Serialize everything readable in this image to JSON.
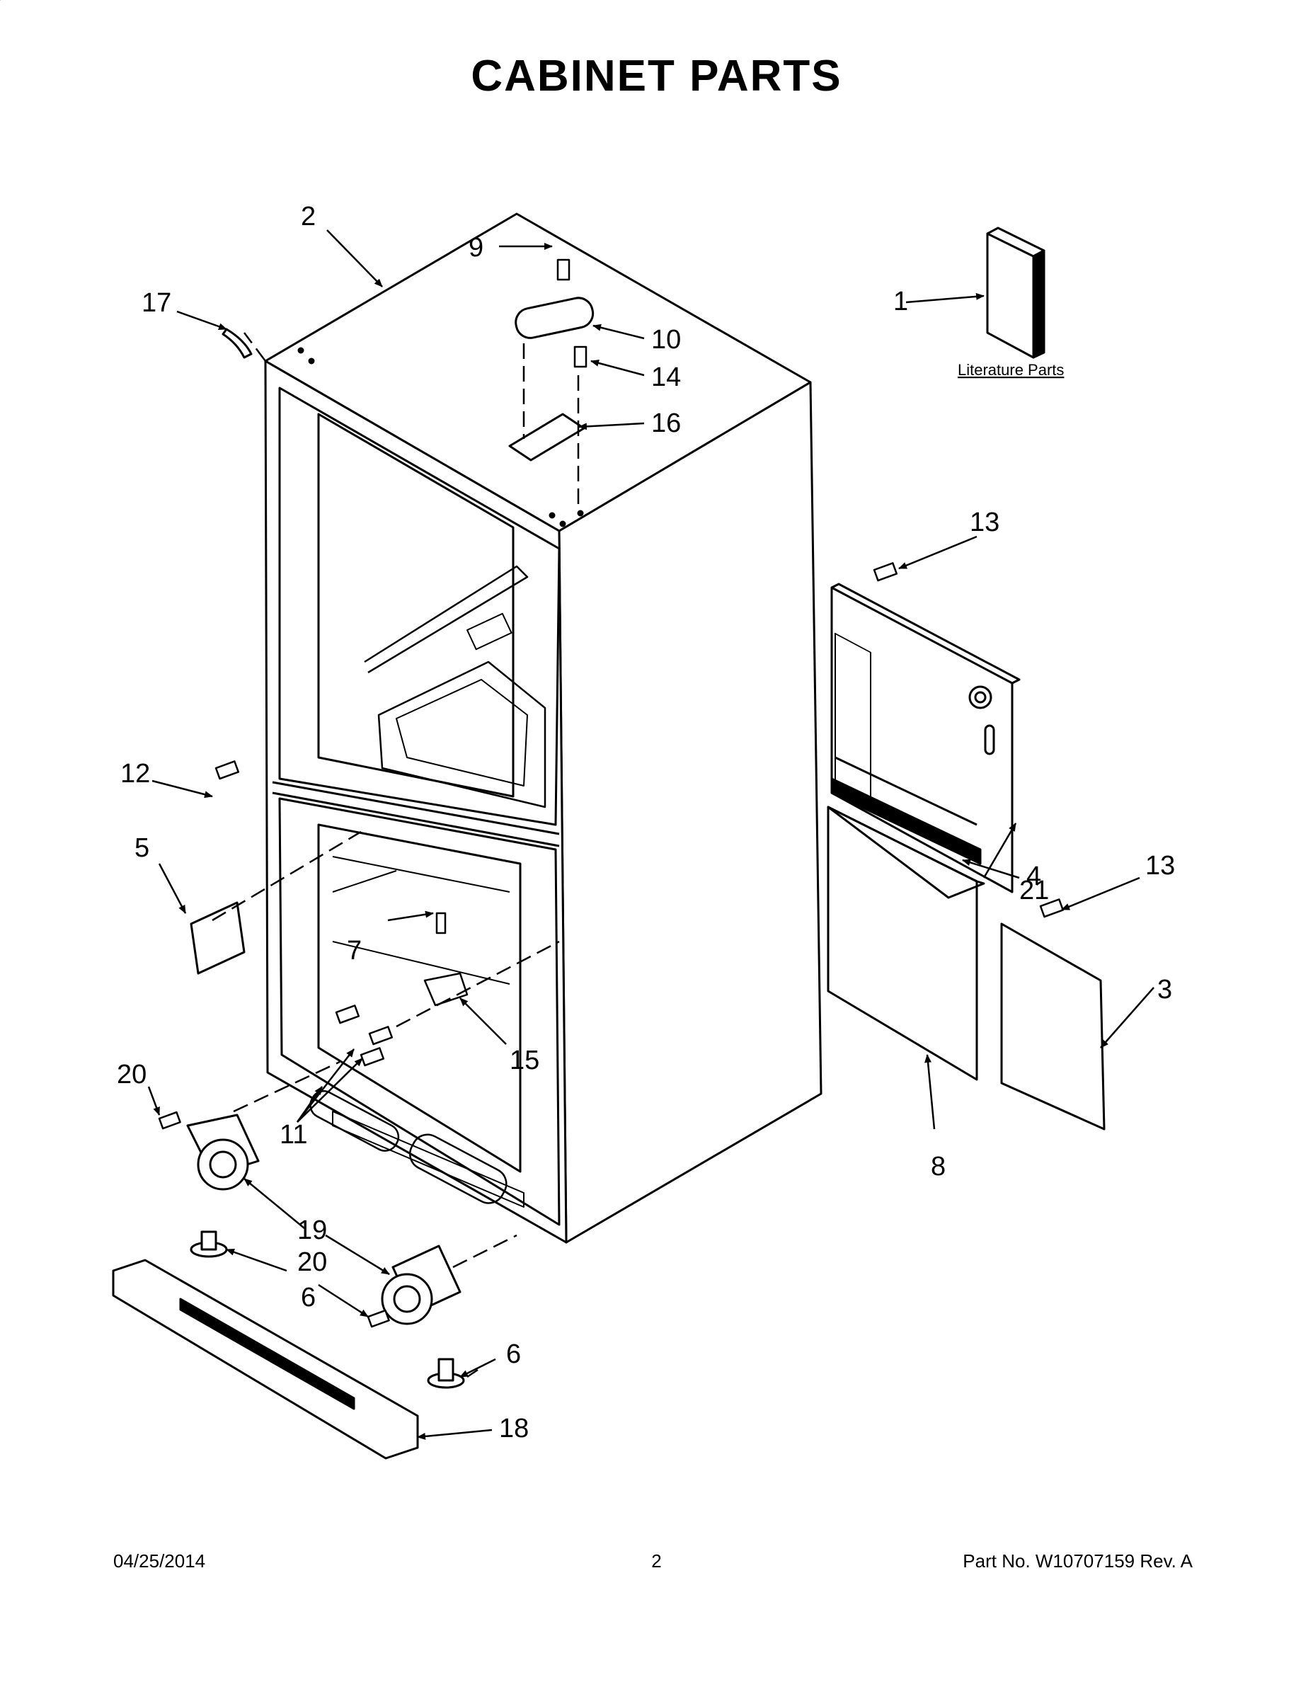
{
  "title": "CABINET PARTS",
  "literature_label": "Literature Parts",
  "callouts": {
    "c1": "1",
    "c2": "2",
    "c3": "3",
    "c4": "4",
    "c5": "5",
    "c6a": "6",
    "c6b": "6",
    "c7": "7",
    "c8": "8",
    "c9": "9",
    "c10": "10",
    "c11": "11",
    "c12": "12",
    "c13a": "13",
    "c13b": "13",
    "c14": "14",
    "c15": "15",
    "c16": "16",
    "c17": "17",
    "c18": "18",
    "c19": "19",
    "c20a": "20",
    "c20b": "20",
    "c21": "21"
  },
  "footer": {
    "date": "04/25/2014",
    "page": "2",
    "part_number": "Part No.  W10707159  Rev.  A"
  }
}
